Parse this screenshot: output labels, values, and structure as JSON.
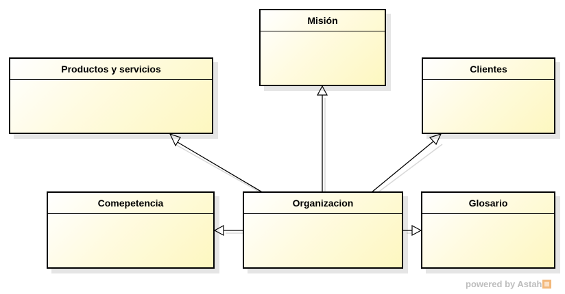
{
  "diagram": {
    "classes": {
      "mision": "Misión",
      "productos": "Productos y servicios",
      "clientes": "Clientes",
      "competencia": "Comepetencia",
      "organizacion": "Organizacion",
      "glosario": "Glosario"
    },
    "relations": [
      {
        "from": "Organizacion",
        "to": "Misión",
        "type": "generalization"
      },
      {
        "from": "Organizacion",
        "to": "Productos y servicios",
        "type": "generalization"
      },
      {
        "from": "Organizacion",
        "to": "Clientes",
        "type": "generalization"
      },
      {
        "from": "Organizacion",
        "to": "Comepetencia",
        "type": "generalization"
      },
      {
        "from": "Organizacion",
        "to": "Glosario",
        "type": "generalization"
      }
    ],
    "colors": {
      "fill_light": "#fffbe0",
      "fill_dark": "#fdf7c0",
      "border": "#000000",
      "watermark": "#bdbdbd"
    }
  },
  "watermark": {
    "text": "powered by Astah"
  }
}
